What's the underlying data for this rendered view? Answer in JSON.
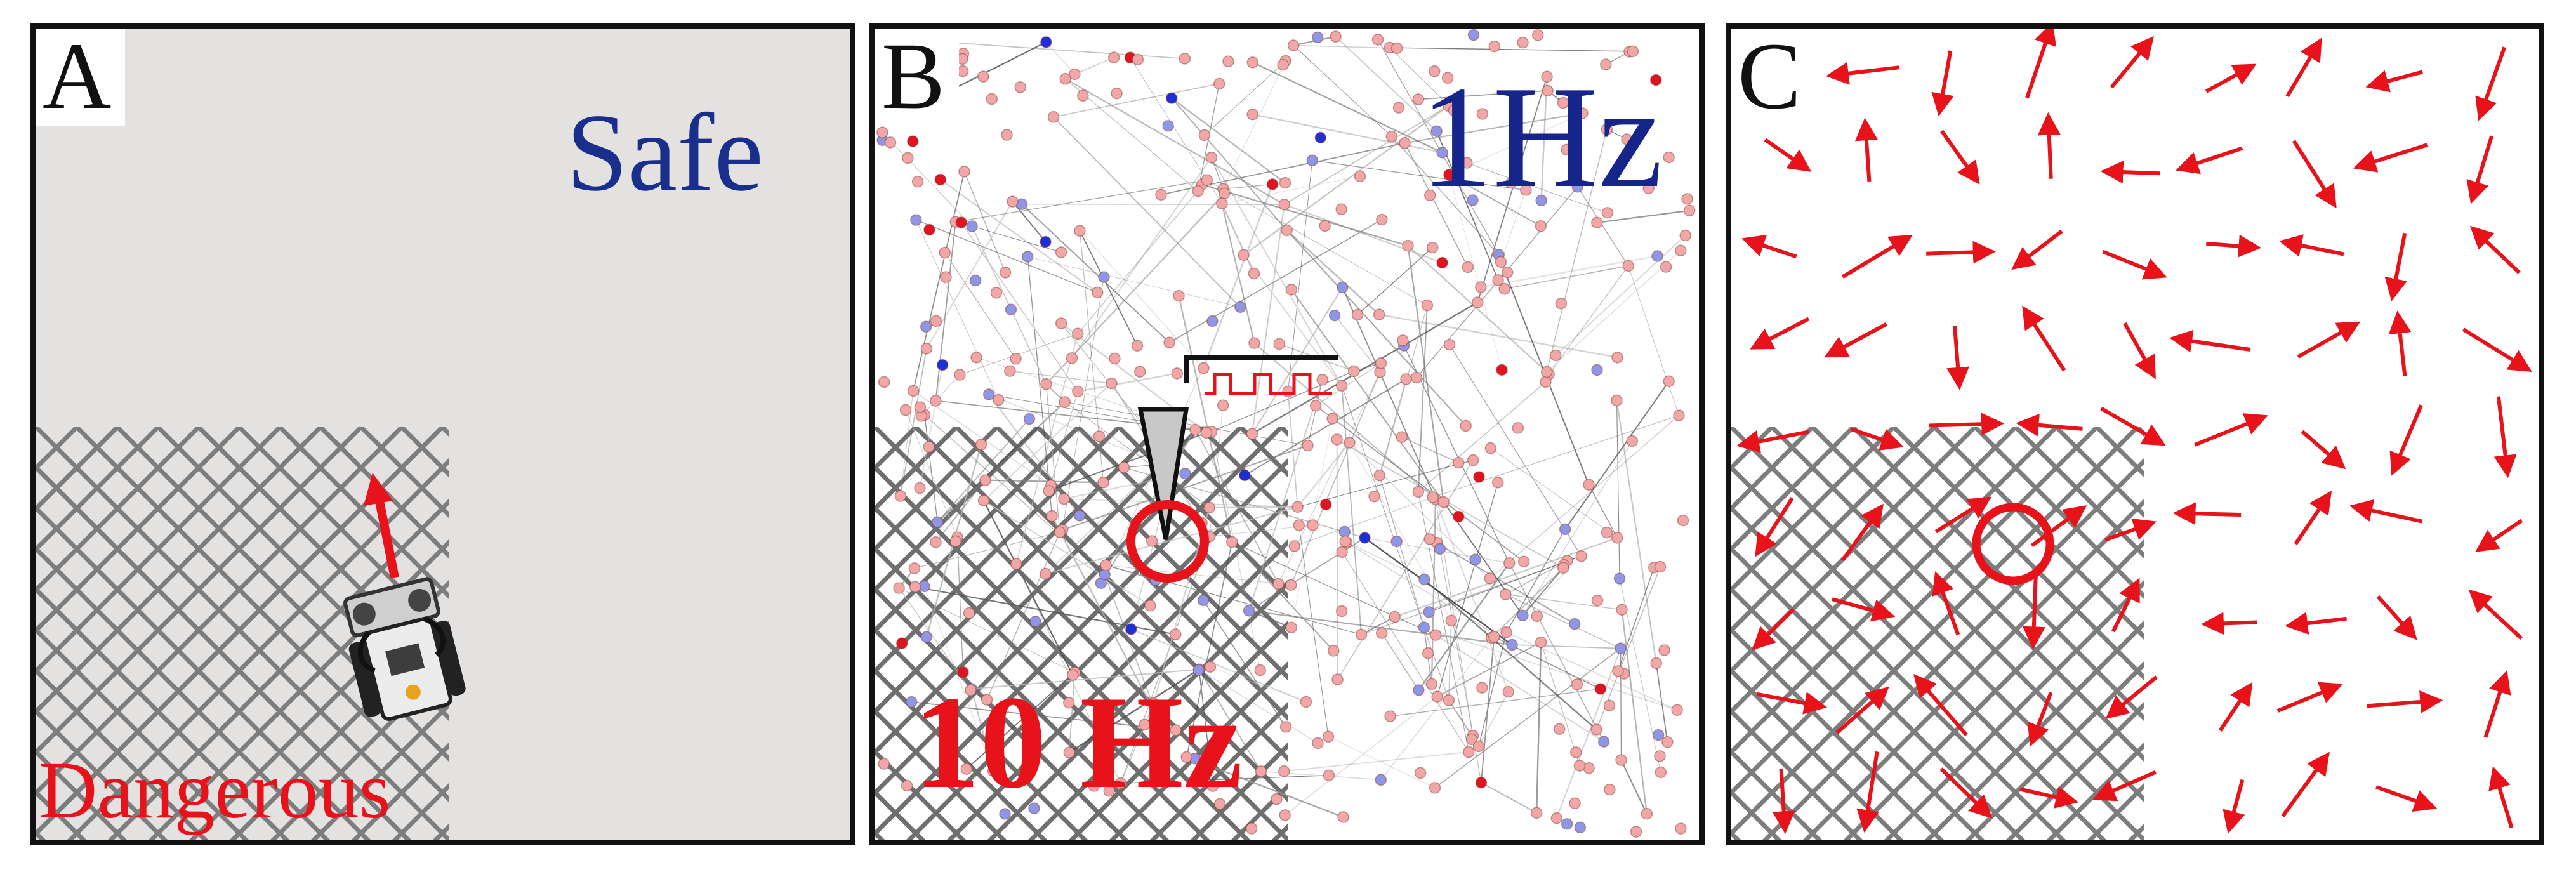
{
  "panels": [
    {
      "letter": "A",
      "safe_label": "Safe",
      "danger_label": "Dangerous"
    },
    {
      "letter": "B",
      "safe_label": "1Hz",
      "danger_label": "10 Hz"
    },
    {
      "letter": "C"
    }
  ],
  "colors": {
    "safe_text": "#1a2f8c",
    "danger_text": "#e8121b",
    "mesh": "#7d7d7d",
    "arena_background": "#e4e1e1",
    "excitatory_neuron": "#f2a7a7",
    "excitatory_neuron_strong": "#e0141e",
    "inhibitory_neuron": "#8f96e6",
    "inhibitory_neuron_strong": "#1f2fd6",
    "flow_arrow": "#e8121b"
  },
  "icons": {
    "robot": "robot-icon",
    "heading_arrow": "heading-arrow-icon",
    "stimulation_electrode": "electrode-icon",
    "pulse_train": "pulse-train-icon",
    "target_circle": "target-circle-icon"
  }
}
